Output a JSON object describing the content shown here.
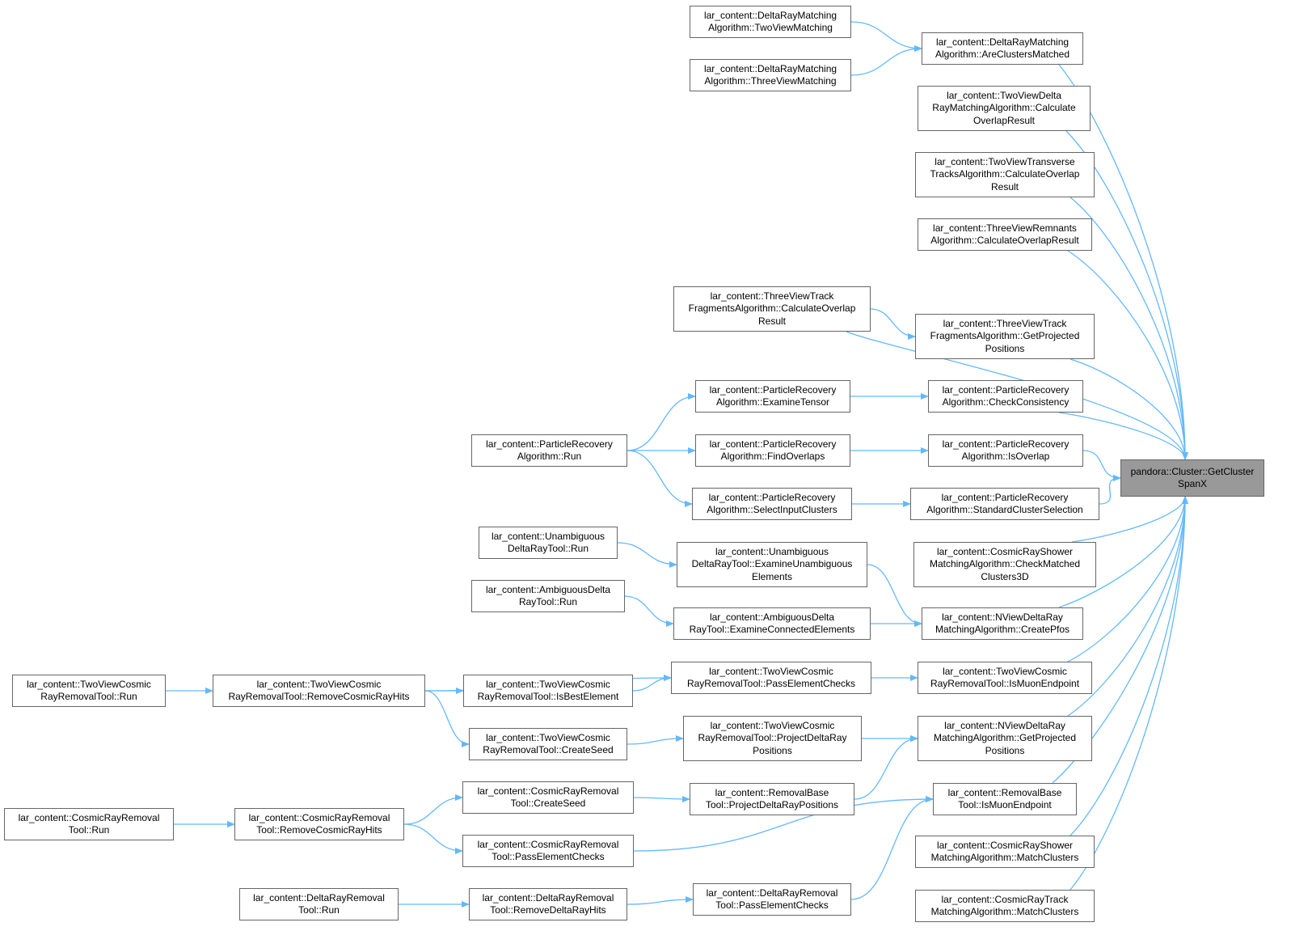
{
  "colors": {
    "edge": "#63b8ff",
    "node_border": "#666666",
    "root_fill": "#999999"
  },
  "root": {
    "id": "root",
    "label": "pandora::Cluster::GetCluster\nSpanX"
  },
  "nodes": [
    {
      "id": "n1",
      "label": "lar_content::DeltaRayMatching\nAlgorithm::TwoViewMatching"
    },
    {
      "id": "n2",
      "label": "lar_content::DeltaRayMatching\nAlgorithm::AreClustersMatched"
    },
    {
      "id": "n3",
      "label": "lar_content::DeltaRayMatching\nAlgorithm::ThreeViewMatching"
    },
    {
      "id": "n4",
      "label": "lar_content::TwoViewDelta\nRayMatchingAlgorithm::Calculate\nOverlapResult"
    },
    {
      "id": "n5",
      "label": "lar_content::TwoViewTransverse\nTracksAlgorithm::CalculateOverlap\nResult"
    },
    {
      "id": "n6",
      "label": "lar_content::ThreeViewRemnants\nAlgorithm::CalculateOverlapResult"
    },
    {
      "id": "n7",
      "label": "lar_content::ThreeViewTrack\nFragmentsAlgorithm::CalculateOverlap\nResult"
    },
    {
      "id": "n8",
      "label": "lar_content::ThreeViewTrack\nFragmentsAlgorithm::GetProjected\nPositions"
    },
    {
      "id": "n9",
      "label": "lar_content::ParticleRecovery\nAlgorithm::ExamineTensor"
    },
    {
      "id": "n10",
      "label": "lar_content::ParticleRecovery\nAlgorithm::CheckConsistency"
    },
    {
      "id": "n11",
      "label": "lar_content::ParticleRecovery\nAlgorithm::Run"
    },
    {
      "id": "n12",
      "label": "lar_content::ParticleRecovery\nAlgorithm::FindOverlaps"
    },
    {
      "id": "n13",
      "label": "lar_content::ParticleRecovery\nAlgorithm::IsOverlap"
    },
    {
      "id": "n14",
      "label": "lar_content::ParticleRecovery\nAlgorithm::SelectInputClusters"
    },
    {
      "id": "n15",
      "label": "lar_content::ParticleRecovery\nAlgorithm::StandardClusterSelection"
    },
    {
      "id": "n16",
      "label": "lar_content::Unambiguous\nDeltaRayTool::Run"
    },
    {
      "id": "n17",
      "label": "lar_content::Unambiguous\nDeltaRayTool::ExamineUnambiguous\nElements"
    },
    {
      "id": "n18",
      "label": "lar_content::CosmicRayShower\nMatchingAlgorithm::CheckMatched\nClusters3D"
    },
    {
      "id": "n19",
      "label": "lar_content::AmbiguousDelta\nRayTool::Run"
    },
    {
      "id": "n20",
      "label": "lar_content::AmbiguousDelta\nRayTool::ExamineConnectedElements"
    },
    {
      "id": "n21",
      "label": "lar_content::NViewDeltaRay\nMatchingAlgorithm::CreatePfos"
    },
    {
      "id": "n22",
      "label": "lar_content::TwoViewCosmic\nRayRemovalTool::PassElementChecks"
    },
    {
      "id": "n23",
      "label": "lar_content::TwoViewCosmic\nRayRemovalTool::IsMuonEndpoint"
    },
    {
      "id": "n24",
      "label": "lar_content::TwoViewCosmic\nRayRemovalTool::Run"
    },
    {
      "id": "n25",
      "label": "lar_content::TwoViewCosmic\nRayRemovalTool::RemoveCosmicRayHits"
    },
    {
      "id": "n26",
      "label": "lar_content::TwoViewCosmic\nRayRemovalTool::IsBestElement"
    },
    {
      "id": "n27",
      "label": "lar_content::TwoViewCosmic\nRayRemovalTool::CreateSeed"
    },
    {
      "id": "n28",
      "label": "lar_content::TwoViewCosmic\nRayRemovalTool::ProjectDeltaRay\nPositions"
    },
    {
      "id": "n29",
      "label": "lar_content::NViewDeltaRay\nMatchingAlgorithm::GetProjected\nPositions"
    },
    {
      "id": "n30",
      "label": "lar_content::CosmicRayRemoval\nTool::CreateSeed"
    },
    {
      "id": "n31",
      "label": "lar_content::RemovalBase\nTool::ProjectDeltaRayPositions"
    },
    {
      "id": "n32",
      "label": "lar_content::RemovalBase\nTool::IsMuonEndpoint"
    },
    {
      "id": "n33",
      "label": "lar_content::CosmicRayRemoval\nTool::Run"
    },
    {
      "id": "n34",
      "label": "lar_content::CosmicRayRemoval\nTool::RemoveCosmicRayHits"
    },
    {
      "id": "n35",
      "label": "lar_content::CosmicRayRemoval\nTool::PassElementChecks"
    },
    {
      "id": "n36",
      "label": "lar_content::CosmicRayShower\nMatchingAlgorithm::MatchClusters"
    },
    {
      "id": "n37",
      "label": "lar_content::DeltaRayRemoval\nTool::Run"
    },
    {
      "id": "n38",
      "label": "lar_content::DeltaRayRemoval\nTool::RemoveDeltaRayHits"
    },
    {
      "id": "n39",
      "label": "lar_content::DeltaRayRemoval\nTool::PassElementChecks"
    },
    {
      "id": "n40",
      "label": "lar_content::CosmicRayTrack\nMatchingAlgorithm::MatchClusters"
    }
  ],
  "edges": [
    [
      "n1",
      "n2"
    ],
    [
      "n3",
      "n2"
    ],
    [
      "n2",
      "root"
    ],
    [
      "n4",
      "root"
    ],
    [
      "n5",
      "root"
    ],
    [
      "n6",
      "root"
    ],
    [
      "n7",
      "root"
    ],
    [
      "n7",
      "n8"
    ],
    [
      "n8",
      "root"
    ],
    [
      "n9",
      "n10"
    ],
    [
      "n10",
      "root"
    ],
    [
      "n11",
      "n9"
    ],
    [
      "n11",
      "n12"
    ],
    [
      "n11",
      "n14"
    ],
    [
      "n12",
      "n13"
    ],
    [
      "n13",
      "root"
    ],
    [
      "n14",
      "n15"
    ],
    [
      "n15",
      "root"
    ],
    [
      "n16",
      "n17"
    ],
    [
      "n17",
      "n21"
    ],
    [
      "n18",
      "root"
    ],
    [
      "n19",
      "n20"
    ],
    [
      "n20",
      "n21"
    ],
    [
      "n21",
      "root"
    ],
    [
      "n22",
      "n23"
    ],
    [
      "n23",
      "root"
    ],
    [
      "n24",
      "n25"
    ],
    [
      "n25",
      "n22"
    ],
    [
      "n25",
      "n26"
    ],
    [
      "n25",
      "n27"
    ],
    [
      "n26",
      "n22"
    ],
    [
      "n27",
      "n28"
    ],
    [
      "n28",
      "n29"
    ],
    [
      "n29",
      "root"
    ],
    [
      "n30",
      "n31"
    ],
    [
      "n31",
      "n29"
    ],
    [
      "n32",
      "root"
    ],
    [
      "n33",
      "n34"
    ],
    [
      "n34",
      "n30"
    ],
    [
      "n34",
      "n35"
    ],
    [
      "n35",
      "n32"
    ],
    [
      "n36",
      "root"
    ],
    [
      "n37",
      "n38"
    ],
    [
      "n38",
      "n39"
    ],
    [
      "n39",
      "n32"
    ],
    [
      "n40",
      "root"
    ]
  ]
}
